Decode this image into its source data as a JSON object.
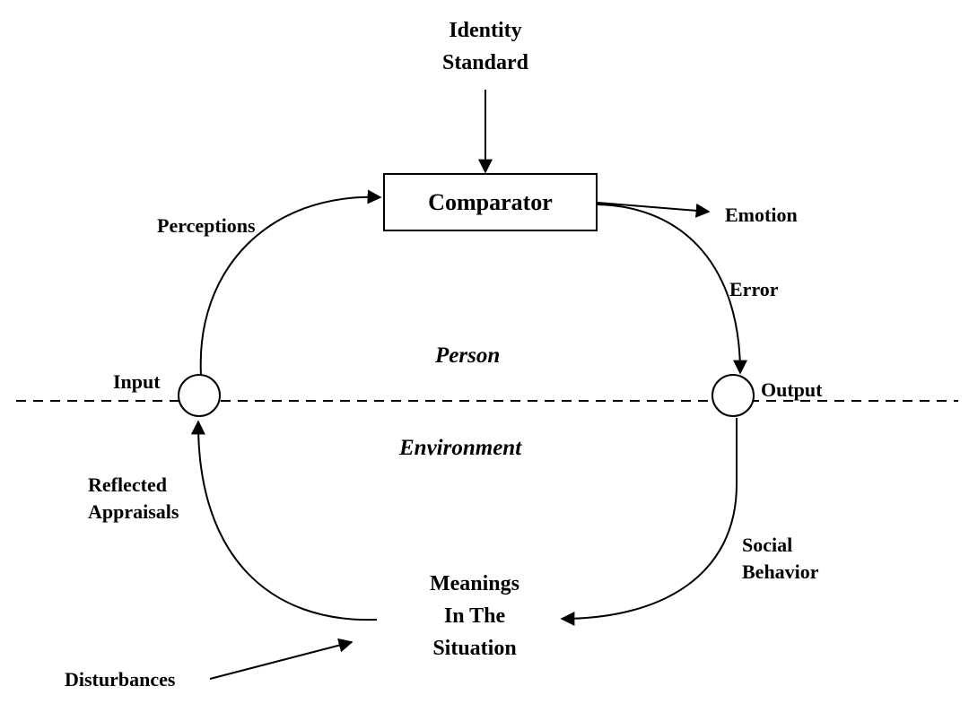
{
  "labels": {
    "identity_standard_line1": "Identity",
    "identity_standard_line2": "Standard",
    "comparator": "Comparator",
    "emotion": "Emotion",
    "perceptions": "Perceptions",
    "error": "Error",
    "person": "Person",
    "input": "Input",
    "output": "Output",
    "environment": "Environment",
    "reflected_appraisals_line1": "Reflected",
    "reflected_appraisals_line2": "Appraisals",
    "social_behavior_line1": "Social",
    "social_behavior_line2": "Behavior",
    "meanings_line1": "Meanings",
    "meanings_line2": "In The",
    "meanings_line3": "Situation",
    "disturbances": "Disturbances"
  },
  "colors": {
    "ink": "#000000",
    "background": "#ffffff"
  }
}
